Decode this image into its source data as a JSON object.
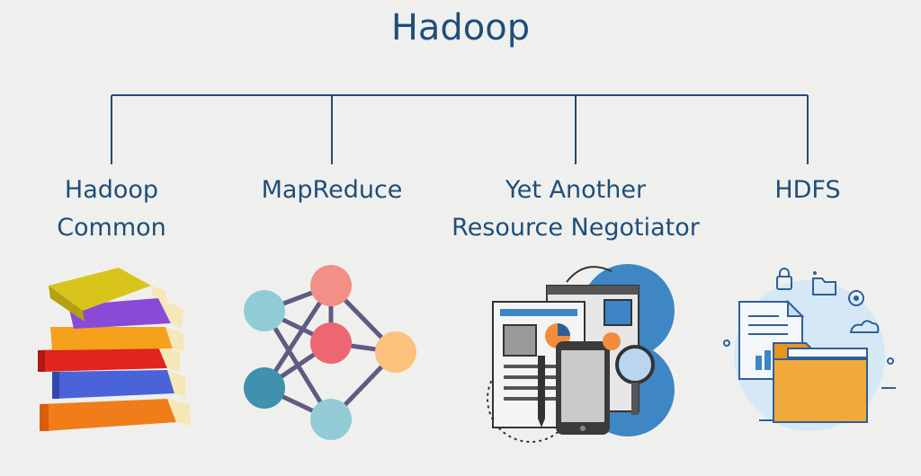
{
  "title": "Hadoop",
  "components": [
    {
      "line1": "Hadoop",
      "line2": "Common",
      "icon": "books-icon"
    },
    {
      "line1": "MapReduce",
      "line2": "",
      "icon": "network-graph-icon"
    },
    {
      "line1": "Yet Another",
      "line2": "Resource Negotiator",
      "icon": "resource-management-icon"
    },
    {
      "line1": "HDFS",
      "line2": "",
      "icon": "file-storage-icon"
    }
  ],
  "colors": {
    "text": "#1f4e79",
    "connector": "#244a72",
    "background": "#eff0ee",
    "accent_blue": "#3d85c6"
  }
}
